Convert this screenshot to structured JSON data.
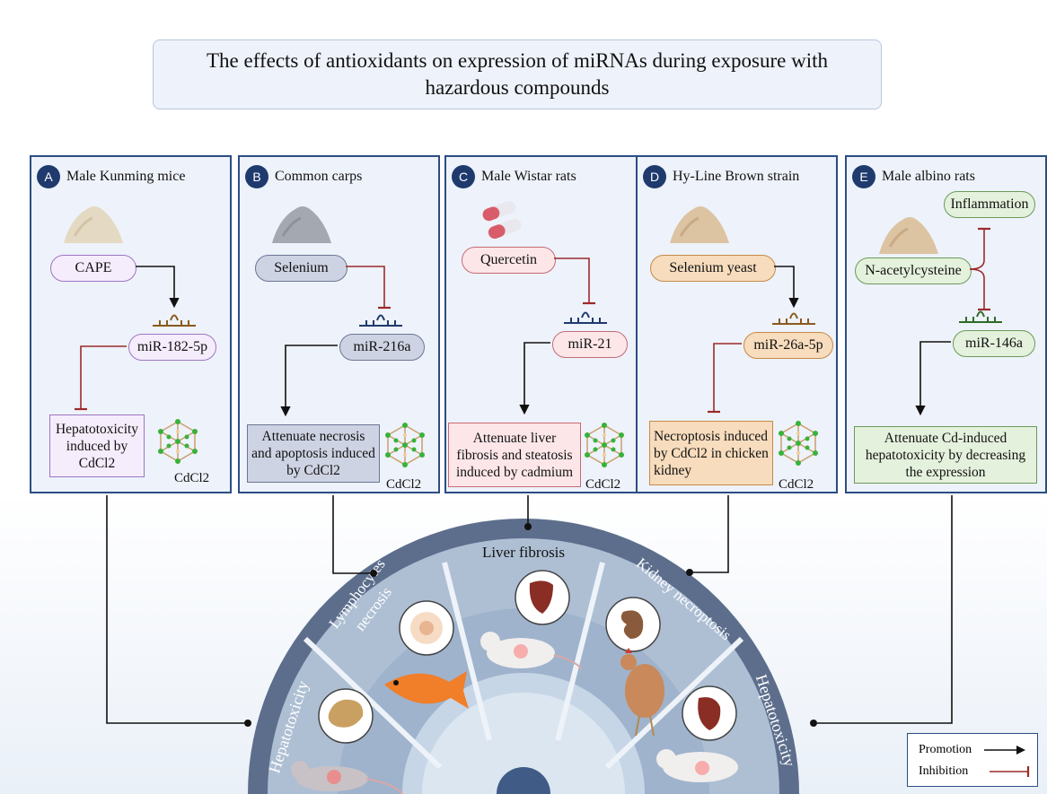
{
  "title": "The effects of antioxidants on expression of miRNAs during exposure with hazardous compounds",
  "panels": [
    {
      "letter": "A",
      "title": "Male Kunming  mice",
      "antioxidant": "CAPE",
      "mirna": "miR-182-5p",
      "outcome": "Hepatotoxicity induced by CdCl2",
      "compound": "CdCl2"
    },
    {
      "letter": "B",
      "title": "Common carps",
      "antioxidant": "Selenium",
      "mirna": "miR-216a",
      "outcome": "Attenuate necrosis and apoptosis induced by CdCl2",
      "compound": "CdCl2"
    },
    {
      "letter": "C",
      "title": "Male Wistar rats",
      "antioxidant": "Quercetin",
      "mirna": "miR-21",
      "outcome": "Attenuate liver fibrosis and steatosis induced by cadmium",
      "compound": "CdCl2"
    },
    {
      "letter": "D",
      "title": "Hy-Line Brown strain",
      "antioxidant": "Selenium yeast",
      "mirna": "miR-26a-5p",
      "outcome": "Necroptosis induced by CdCl2 in chicken kidney",
      "compound": "CdCl2"
    },
    {
      "letter": "E",
      "title": "Male albino rats",
      "antioxidant": "N-acetylcysteine",
      "extra": "Inflammation",
      "mirna": "miR-146a",
      "outcome": "Attenuate Cd-induced hepatotoxicity by decreasing the expression"
    }
  ],
  "wheel": {
    "segments": [
      "Hepatotoxicity",
      "Lymphocytes necrosis",
      "Liver fibrosis",
      "Kidney necroptosis",
      "Hepatotoxicity"
    ]
  },
  "legend": {
    "promotion": "Promotion",
    "inhibition": "Inhibition"
  },
  "colors": {
    "promotion": "#111111",
    "inhibition": "#9b2a2a",
    "panel_border": "#2b4d84",
    "wheel_dark": "#5d6e8c",
    "wheel_light": "#aebfd4"
  },
  "icons": [
    "powder-pile-icon",
    "capsule-icon",
    "mirna-hairpin-icon",
    "cdcl2-crystal-icon",
    "mouse-icon",
    "fish-icon",
    "rat-icon",
    "chicken-icon",
    "liver-icon",
    "kidney-icon",
    "lymphocyte-icon"
  ]
}
